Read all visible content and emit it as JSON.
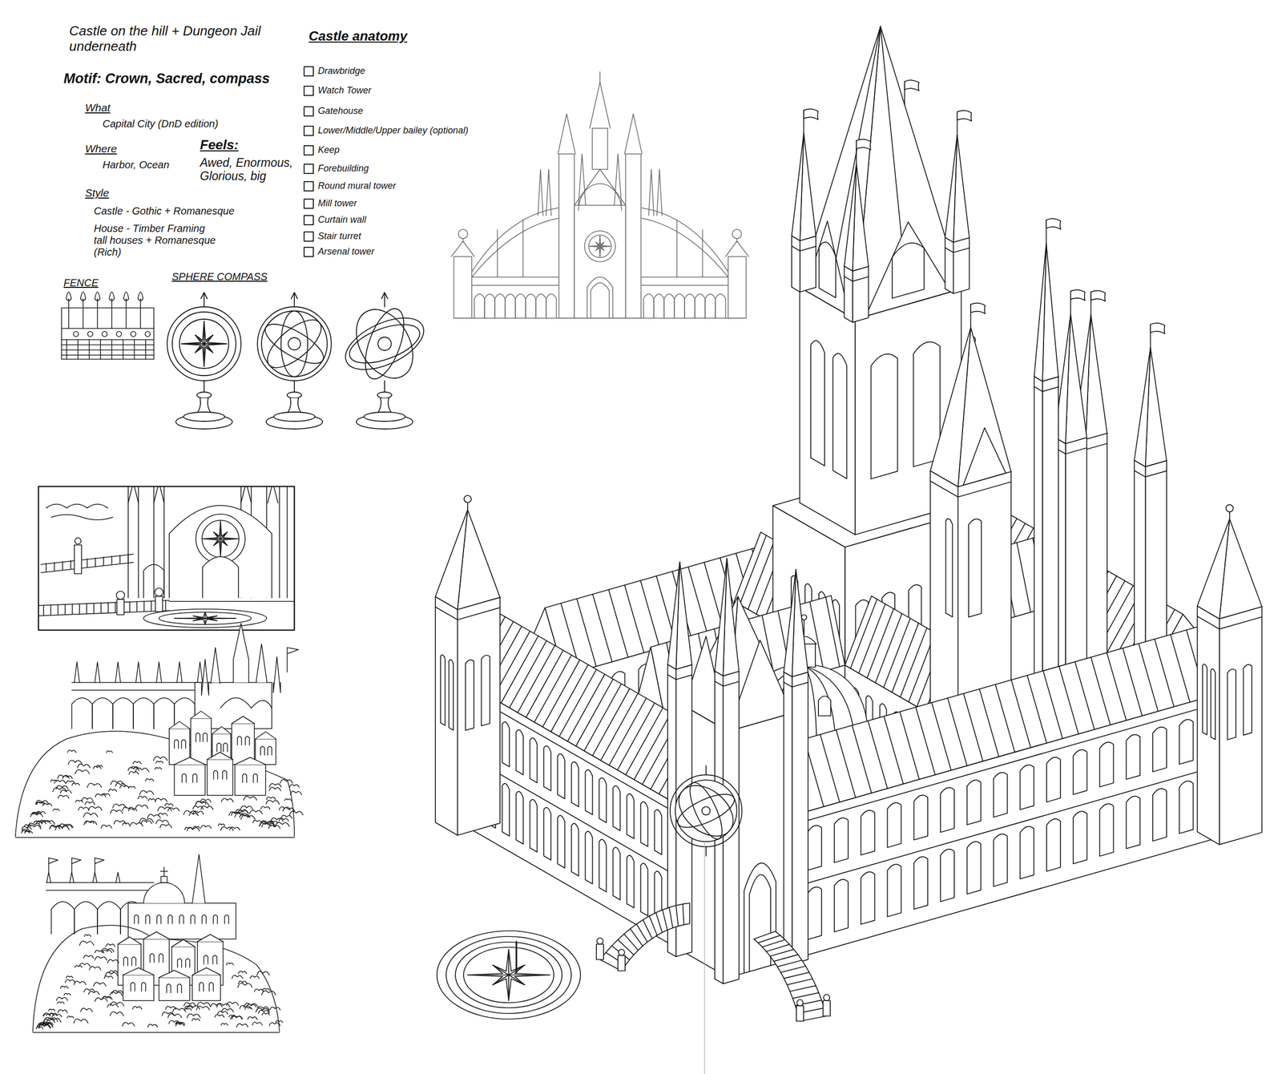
{
  "diagram": {
    "title": "Castle on the hill + Dungeon Jail underneath",
    "labels": [
      "Motif: Crown, Sacred, compass",
      "What",
      "Capital City (DnD edition)",
      "Where",
      "Harbor, Ocean",
      "Feels:",
      "Awed, Enormous, Glorious, big",
      "Style",
      "Castle - Gothic + Romanesque",
      "House - Timber Framing tall houses + Romanesque (Rich)",
      "Castle anatomy",
      "Drawbridge",
      "Watch Tower",
      "Gatehouse",
      "Lower/Middle/Upper bailey (optional)",
      "Keep",
      "Forebuilding",
      "Round mural tower",
      "Mill tower",
      "Curtain wall",
      "Stair turret",
      "Arsenal tower",
      "FENCE",
      "SPHERE COMPASS"
    ]
  }
}
